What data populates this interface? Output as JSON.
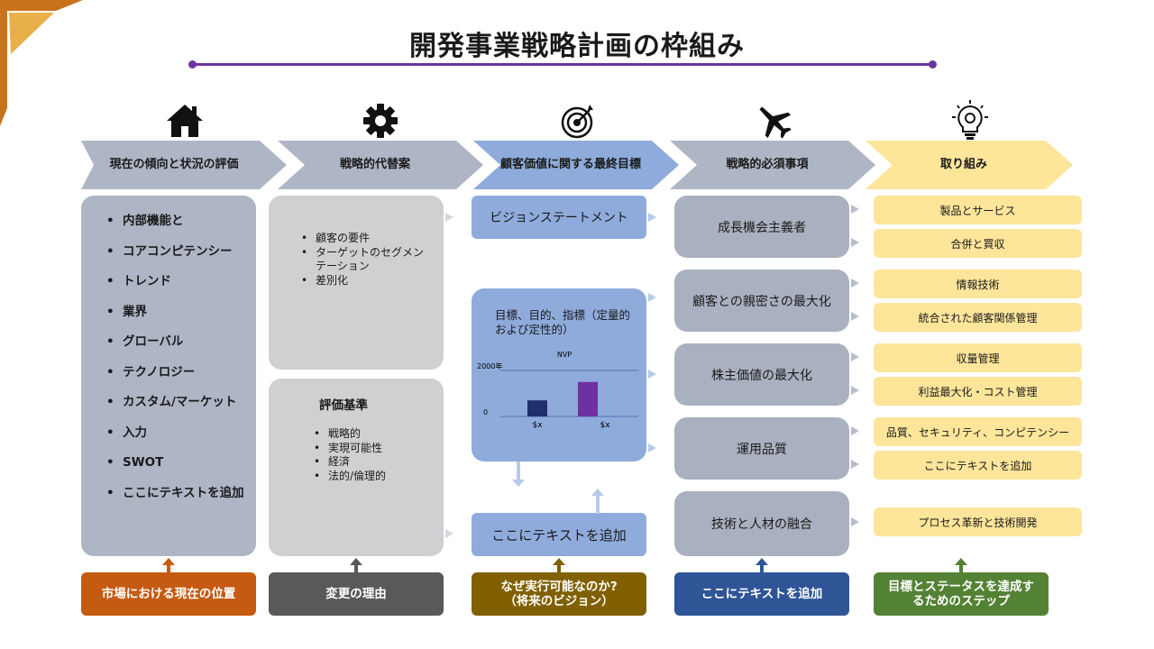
{
  "title": "開発事業戦略計画の枠組み",
  "colors": {
    "accent": "#6a35a0",
    "chevron_gray": "#aeb6c6",
    "chevron_blue": "#8eabdb",
    "chevron_yellow": "#fde59a",
    "bar_dark": "#1f2f6b",
    "bar_purple": "#7030a0"
  },
  "icons": [
    "house-icon",
    "gear-icon",
    "target-icon",
    "airplane-icon",
    "lightbulb-gear-icon"
  ],
  "headers": [
    "現在の傾向と状況の評価",
    "戦略的代替案",
    "顧客価値に関する最終目標",
    "戦略的必須事項",
    "取り組み"
  ],
  "col1_items": [
    "内部機能と",
    "コアコンピテンシー",
    "トレンド",
    "業界",
    "グローバル",
    "テクノロジー",
    "カスタム/マーケット",
    "入力",
    "SWOT",
    "ここにテキストを追加"
  ],
  "col2": {
    "top_items": [
      "顧客の要件",
      "ターゲットのセグメンテーション",
      "差別化"
    ],
    "criteria_title": "評価基準",
    "criteria_items": [
      "戦略的",
      "実現可能性",
      "経済",
      "法的/倫理的"
    ]
  },
  "col3": {
    "vision": "ビジョンステートメント",
    "goals": "目標、目的、指標（定量的および定性的）",
    "add_text": "ここにテキストを追加"
  },
  "chart_data": {
    "type": "bar",
    "title": "NVP",
    "categories": [
      "$x",
      "$x"
    ],
    "values": [
      700,
      1500
    ],
    "ytick_labels": [
      "2000年",
      "0"
    ],
    "ylim": [
      0,
      2000
    ],
    "colors": [
      "#1f2f6b",
      "#7030a0"
    ]
  },
  "col4_items": [
    "成長機会主義者",
    "顧客との親密さの最大化",
    "株主価値の最大化",
    "運用品質",
    "技術と人材の融合"
  ],
  "col5_items": [
    "製品とサービス",
    "合併と買収",
    "情報技術",
    "統合された顧客関係管理",
    "収量管理",
    "利益最大化・コスト管理",
    "品質、セキュリティ、コンピテンシー",
    "ここにテキストを追加",
    "プロセス革新と技術開発"
  ],
  "footers": [
    {
      "text": "市場における現在の位置",
      "color": "#c55a11"
    },
    {
      "text": "変更の理由",
      "color": "#595959"
    },
    {
      "text": "なぜ実行可能なのか?（将来のビジョン）",
      "color": "#806000"
    },
    {
      "text": "ここにテキストを追加",
      "color": "#2f5597"
    },
    {
      "text": "目標とステータスを達成するためのステップ",
      "color": "#548235"
    }
  ]
}
